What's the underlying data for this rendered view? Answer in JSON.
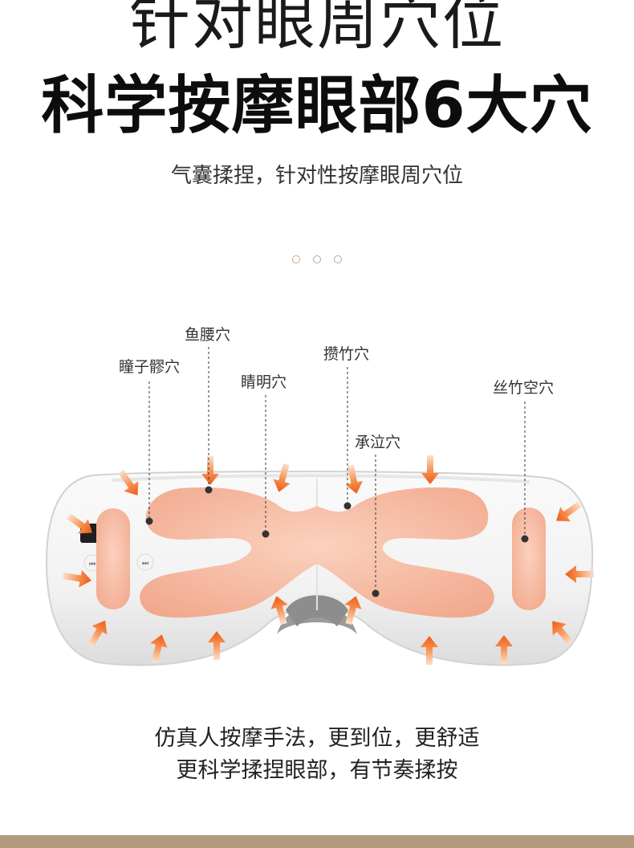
{
  "heading": {
    "line1": "针对眼周穴位",
    "line2": "科学按摩眼部6大穴",
    "subtitle": "气囊揉捏，针对性按摩眼周穴位"
  },
  "carousel": {
    "dots": 3
  },
  "acupoints": {
    "yuyao": "鱼腰穴",
    "tongziliao": "瞳子髎穴",
    "jingming": "睛明穴",
    "cuanzhu": "攒竹穴",
    "chengqi": "承泣穴",
    "sizhukong": "丝竹空穴"
  },
  "footer": {
    "line1": "仿真人按摩手法，更到位，更舒适",
    "line2": "更科学揉捏眼部，有节奏揉按"
  },
  "colors": {
    "accent": "#b49a7c",
    "airbag": "#f3b49a",
    "arrow": "#f26a20"
  }
}
